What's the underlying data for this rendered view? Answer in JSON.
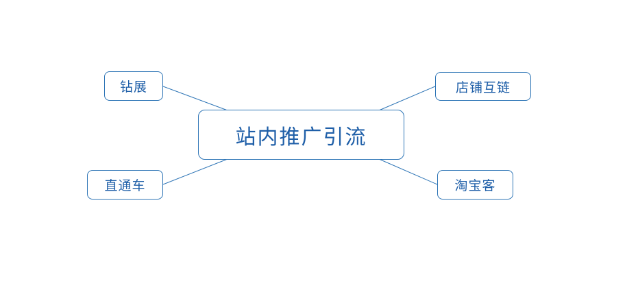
{
  "diagram": {
    "title": "mind-map",
    "center": {
      "label": "站内推广引流"
    },
    "nodes": [
      {
        "id": "zuanzhan",
        "label": "钻展",
        "position": "top-left"
      },
      {
        "id": "dianpu",
        "label": "店铺互链",
        "position": "top-right"
      },
      {
        "id": "zhitongche",
        "label": "直通车",
        "position": "bottom-left"
      },
      {
        "id": "taobaoke",
        "label": "淘宝客",
        "position": "bottom-right"
      }
    ],
    "colors": {
      "border": "#2E75B6",
      "line": "#2E75B6",
      "text": "#1F5FA8",
      "background": "#FFFFFF"
    }
  }
}
